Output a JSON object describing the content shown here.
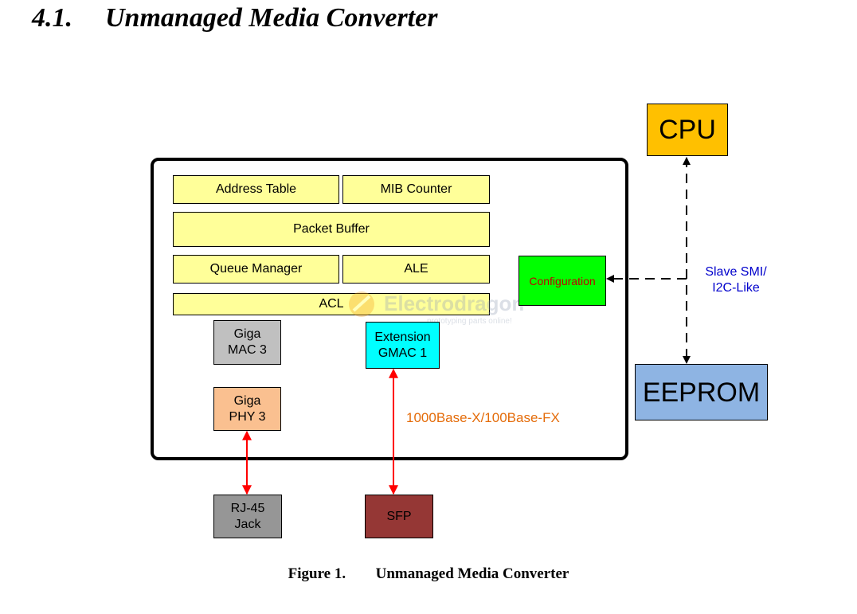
{
  "heading": {
    "number": "4.1.",
    "title": "Unmanaged Media Converter"
  },
  "blocks": {
    "address_table": "Address Table",
    "mib_counter": "MIB Counter",
    "packet_buffer": "Packet Buffer",
    "queue_manager": "Queue Manager",
    "ale": "ALE",
    "acl": "ACL",
    "giga_mac": "Giga\nMAC 3",
    "extension_gmac": "Extension\nGMAC 1",
    "giga_phy": "Giga\nPHY 3",
    "configuration": "Configuration",
    "cpu": "CPU",
    "eeprom": "EEPROM",
    "rj45": "RJ-45\nJack",
    "sfp": "SFP"
  },
  "labels": {
    "slave_smi": "Slave SMI/\nI2C-Like",
    "fiber_link": "1000Base-X/100Base-FX"
  },
  "watermark": {
    "brand": "Electrodragon",
    "tagline": "prototyping parts online!"
  },
  "caption": {
    "number": "Figure 1.",
    "title": "Unmanaged Media Converter"
  },
  "colors": {
    "yellow": "#ffff99",
    "cpu": "#ffc000",
    "eeprom": "#8eb4e3",
    "configuration": "#00ff00",
    "extension_gmac": "#00ffff",
    "giga_mac": "#c0c0c0",
    "giga_phy": "#fac090",
    "rj45": "#969696",
    "sfp": "#953735",
    "red_link": "#ff0000",
    "smi_text": "#0000cc",
    "fiber_text": "#e46c0a",
    "config_text": "#c00000"
  }
}
